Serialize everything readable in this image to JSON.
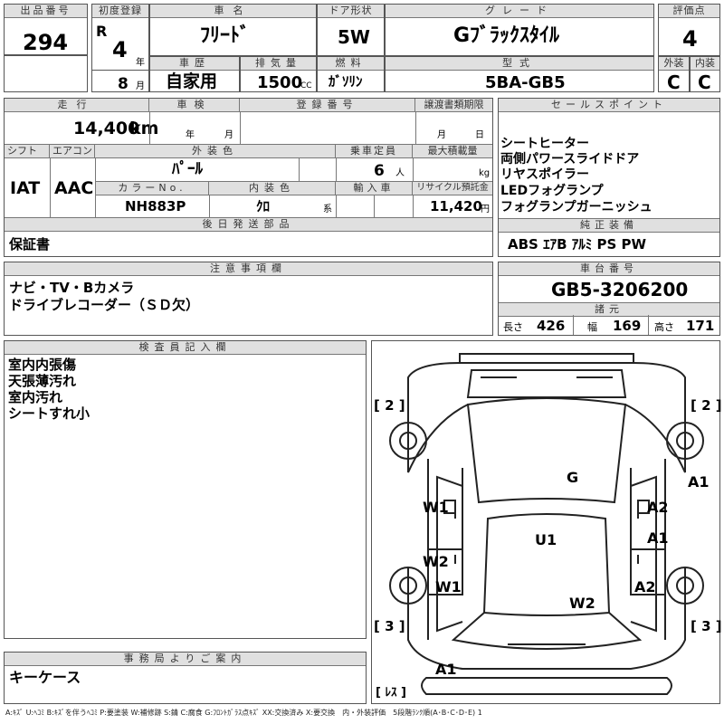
{
  "header": {
    "lot_label": "出品番号",
    "lot_number": "294",
    "first_reg_label": "初度登録",
    "era": "R",
    "year": "4",
    "year_unit": "年",
    "month": "8",
    "month_unit": "月",
    "car_name_label": "車名",
    "car_name": "ﾌﾘｰﾄﾞ",
    "door_label": "ドア形状",
    "door": "5W",
    "grade_label": "グレード",
    "grade": "Gﾌﾞﾗｯｸｽﾀｲﾙ",
    "score_label": "評価点",
    "score": "4",
    "history_label": "車歴",
    "history": "自家用",
    "displacement_label": "排気量",
    "displacement": "1500",
    "displacement_unit": "CC",
    "fuel_label": "燃料",
    "fuel": "ｶﾞｿﾘﾝ",
    "model_label": "型式",
    "model": "5BA-GB5",
    "exterior_label": "外装",
    "exterior": "C",
    "interior_label": "内装",
    "interior": "C"
  },
  "details": {
    "mileage_label": "走行",
    "mileage": "14,400",
    "mileage_unit": "km",
    "inspection_label": "車検",
    "inspection_year_unit": "年",
    "inspection_month_unit": "月",
    "reg_no_label": "登録番号",
    "transfer_label": "譲渡書類期限",
    "transfer_month_unit": "月",
    "transfer_day_unit": "日",
    "shift_label": "シフト",
    "shift": "IAT",
    "ac_label": "エアコン",
    "ac": "AAC",
    "color_label": "外装色",
    "color": "ﾊﾟｰﾙ",
    "capacity_label": "乗車定員",
    "capacity": "6",
    "capacity_unit": "人",
    "load_label": "最大積載量",
    "load_unit": "kg",
    "color_no_label": "カラーNo.",
    "color_no": "NH883P",
    "interior_color_label": "内装色",
    "interior_color": "ｸﾛ",
    "interior_color_unit": "系",
    "import_label": "輸入車",
    "recycle_label": "リサイクル預託金",
    "recycle": "11,420",
    "recycle_unit": "円",
    "later_label": "後日発送部品",
    "later": "保証書"
  },
  "sales": {
    "label": "セールスポイント",
    "items": [
      "シートヒーター",
      "両側パワースライドドア",
      "リヤスポイラー",
      "LEDフォグランプ",
      "フォグランプガーニッシュ"
    ],
    "equipment_label": "純正装備",
    "equipment": "ABS ｴｱB ｱﾙﾐ PS PW"
  },
  "notes": {
    "label": "注意事項欄",
    "lines": [
      "ナビ・TV・Bカメラ",
      "ドライブレコーダー（ＳＤ欠）"
    ]
  },
  "chassis": {
    "label": "車台番号",
    "number": "GB5-3206200",
    "specs_label": "諸元",
    "length_label": "長さ",
    "length": "426",
    "width_label": "幅",
    "width": "169",
    "height_label": "高さ",
    "height": "171"
  },
  "inspector": {
    "label": "検査員記入欄",
    "lines": [
      "室内内張傷",
      "天張薄汚れ",
      "室内汚れ",
      "シートすれ小"
    ]
  },
  "diagram": {
    "marks": {
      "tire_fl": "[ 2 ]",
      "tire_fr": "[ 2 ]",
      "tire_rl": "[ 3 ]",
      "tire_rr": "[ 3 ]",
      "windshield": "G",
      "roof": "U1",
      "right_front_fender": "A1",
      "right_front_door": "A2",
      "right_rear_door": "A1",
      "right_rear_fender": "A2",
      "left_front_door": "W1",
      "left_rear_door": "W2",
      "left_rear_fender": "W1",
      "rear_bumper_center": "W2",
      "rear_bumper_left": "A1",
      "spare": "[ ﾚｽ ]"
    }
  },
  "office": {
    "label": "事務局よりご案内",
    "text": "キーケース"
  },
  "legend": "A:ｷｽﾞ U:ﾍｺﾐ B:ｷｽﾞを伴うﾍｺﾐ P:要塗装 W:補修跡 S:錆 C:腐食 G:ﾌﾛﾝﾄｶﾞﾗｽ点ｷｽﾞ XX:交換済み X:要交換　内・外装評価　5段階ﾗﾝｸ順(A･B･C･D･E) 1"
}
